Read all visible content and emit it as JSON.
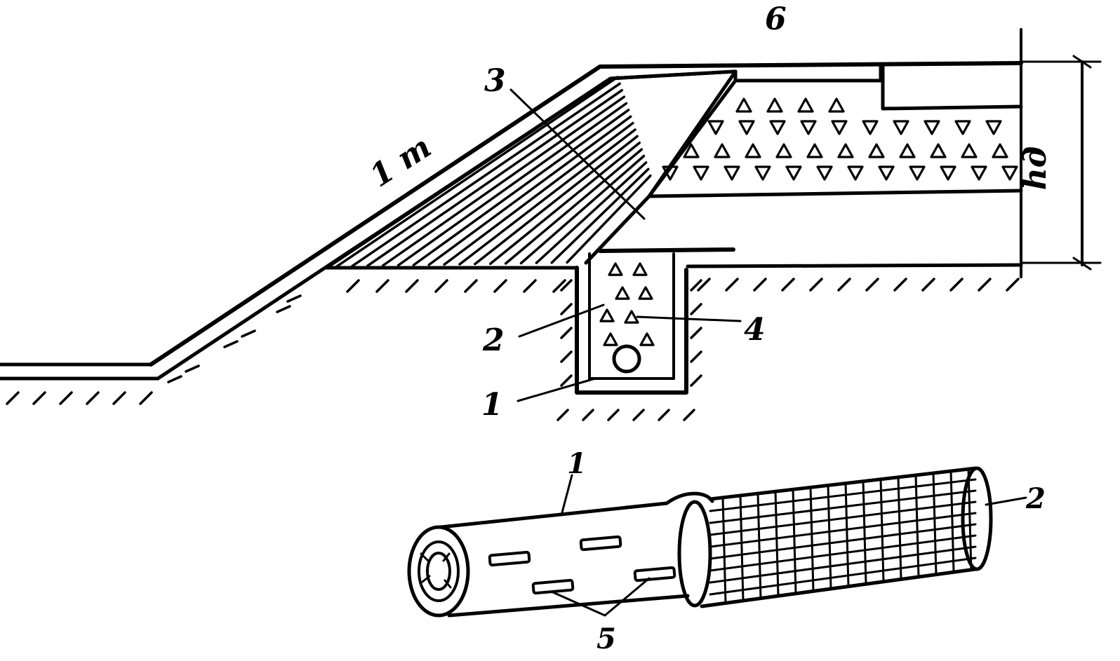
{
  "labels": {
    "drain_pipe": "1",
    "filter_wrap": "2",
    "embankment": "3",
    "trench_fill": "4",
    "perforations": "5",
    "base_layer": "6",
    "slope_ratio": "1 m",
    "height": "hд"
  },
  "detail_labels": {
    "pipe": "1",
    "wrap": "2",
    "holes": "5"
  },
  "colors": {
    "ink": "#000000",
    "paper": "#ffffff"
  }
}
